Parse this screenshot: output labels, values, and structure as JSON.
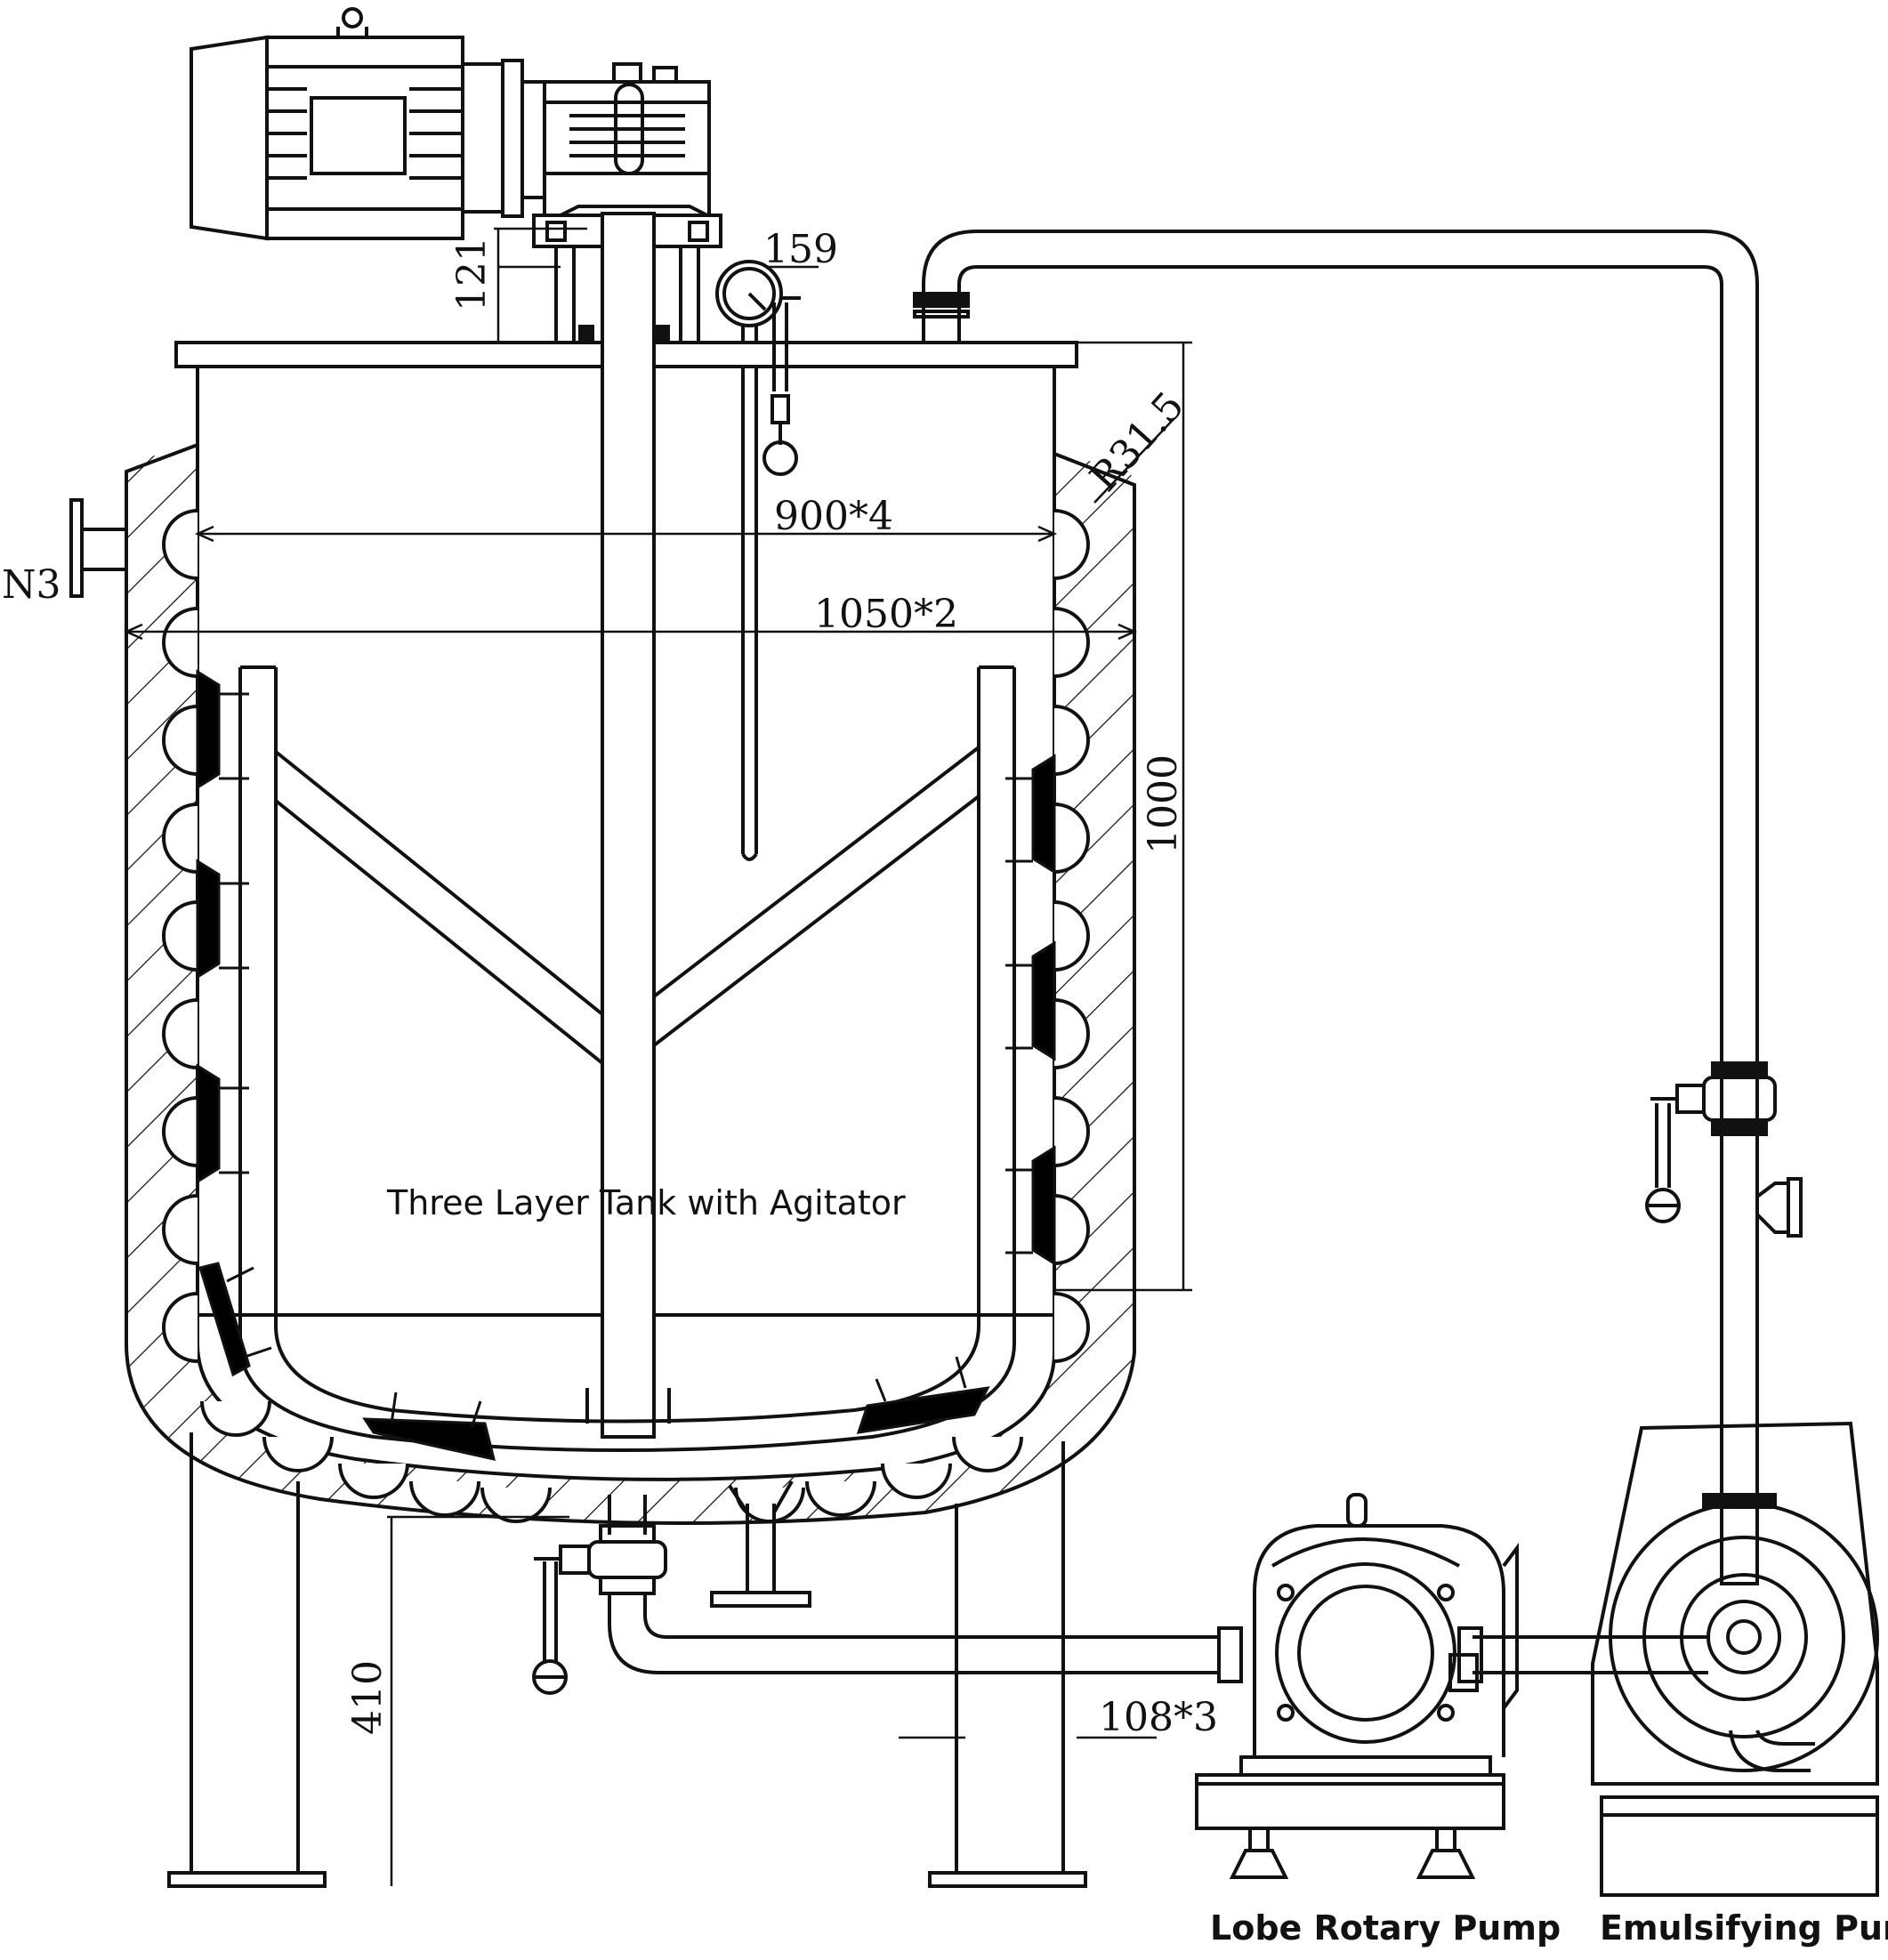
{
  "labels": {
    "tank": "Three Layer Tank with Agitator",
    "lobe_pump": "Lobe Rotary Pump",
    "emulsifying_pump": "Emulsifying Pump",
    "n3": "N3"
  },
  "dimensions": {
    "d121": "121",
    "d159": "159",
    "r31_5": "R31.5",
    "d900x4": "900*4",
    "d1050x2": "1050*2",
    "d1000": "1000",
    "d410": "410",
    "d108x3": "108*3"
  },
  "colors": {
    "line": "#111111",
    "fill": "#000000",
    "background": "#ffffff"
  }
}
